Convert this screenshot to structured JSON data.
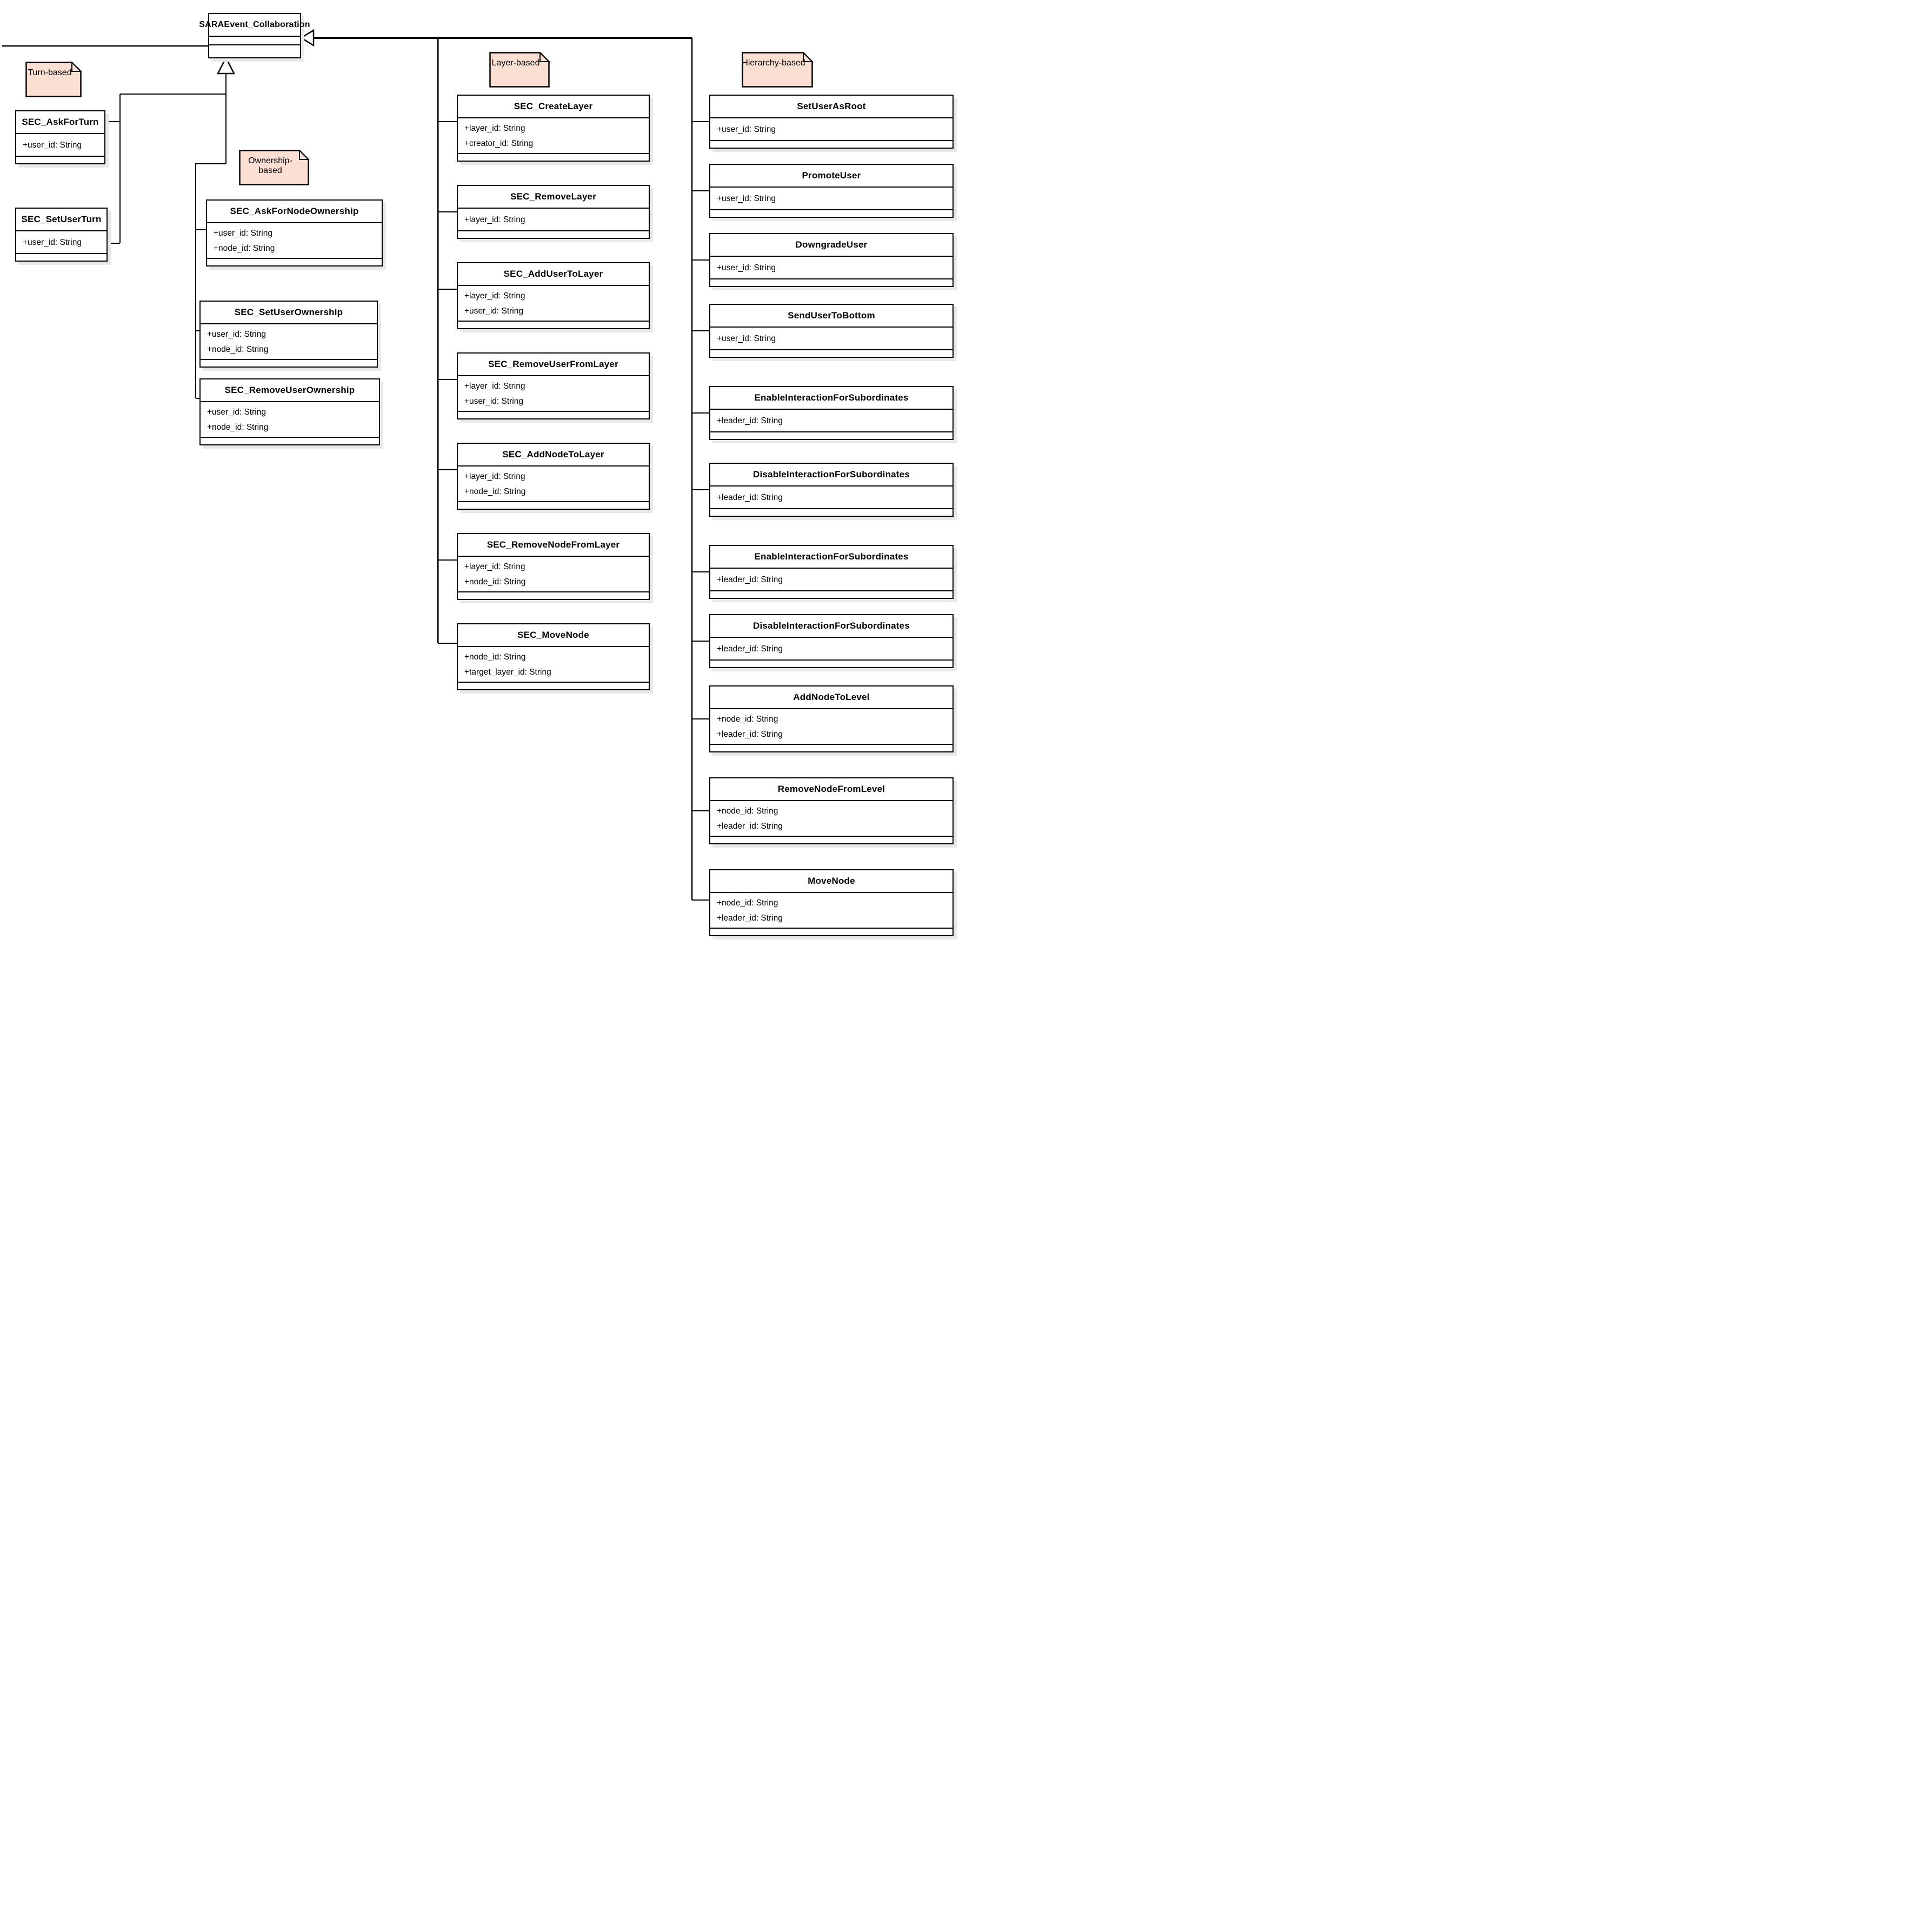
{
  "diagram": {
    "root_class": {
      "name": "SARAEvent_Collaboration"
    },
    "groups": [
      {
        "note": "Turn-based",
        "classes": [
          {
            "name": "SEC_AskForTurn",
            "attributes": [
              "+user_id: String"
            ]
          },
          {
            "name": "SEC_SetUserTurn",
            "attributes": [
              "+user_id: String"
            ]
          }
        ]
      },
      {
        "note": "Ownership-based",
        "classes": [
          {
            "name": "SEC_AskForNodeOwnership",
            "attributes": [
              "+user_id: String",
              "+node_id: String"
            ]
          },
          {
            "name": "SEC_SetUserOwnership",
            "attributes": [
              "+user_id: String",
              "+node_id: String"
            ]
          },
          {
            "name": "SEC_RemoveUserOwnership",
            "attributes": [
              "+user_id: String",
              "+node_id: String"
            ]
          }
        ]
      },
      {
        "note": "Layer-based",
        "classes": [
          {
            "name": "SEC_CreateLayer",
            "attributes": [
              "+layer_id: String",
              "+creator_id: String"
            ]
          },
          {
            "name": "SEC_RemoveLayer",
            "attributes": [
              "+layer_id: String"
            ]
          },
          {
            "name": "SEC_AddUserToLayer",
            "attributes": [
              "+layer_id: String",
              "+user_id: String"
            ]
          },
          {
            "name": "SEC_RemoveUserFromLayer",
            "attributes": [
              "+layer_id: String",
              "+user_id: String"
            ]
          },
          {
            "name": "SEC_AddNodeToLayer",
            "attributes": [
              "+layer_id: String",
              "+node_id: String"
            ]
          },
          {
            "name": "SEC_RemoveNodeFromLayer",
            "attributes": [
              "+layer_id: String",
              "+node_id: String"
            ]
          },
          {
            "name": "SEC_MoveNode",
            "attributes": [
              "+node_id: String",
              "+target_layer_id: String"
            ]
          }
        ]
      },
      {
        "note": "Hierarchy-based",
        "classes": [
          {
            "name": "SetUserAsRoot",
            "attributes": [
              "+user_id: String"
            ]
          },
          {
            "name": "PromoteUser",
            "attributes": [
              "+user_id: String"
            ]
          },
          {
            "name": "DowngradeUser",
            "attributes": [
              "+user_id: String"
            ]
          },
          {
            "name": "SendUserToBottom",
            "attributes": [
              "+user_id: String"
            ]
          },
          {
            "name": "EnableInteractionForSubordinates",
            "attributes": [
              "+leader_id: String"
            ]
          },
          {
            "name": "DisableInteractionForSubordinates",
            "attributes": [
              "+leader_id: String"
            ]
          },
          {
            "name": "EnableInteractionForSubordinates",
            "attributes": [
              "+leader_id: String"
            ]
          },
          {
            "name": "DisableInteractionForSubordinates",
            "attributes": [
              "+leader_id: String"
            ]
          },
          {
            "name": "AddNodeToLevel",
            "attributes": [
              "+node_id: String",
              "+leader_id: String"
            ]
          },
          {
            "name": "RemoveNodeFromLevel",
            "attributes": [
              "+node_id: String",
              "+leader_id: String"
            ]
          },
          {
            "name": "MoveNode",
            "attributes": [
              "+node_id: String",
              "+leader_id: String"
            ]
          }
        ]
      }
    ],
    "colors": {
      "note_fill": "#fcdfd3",
      "box_fill": "#ffffff",
      "line": "#000000",
      "shadow": "#e9e9e9"
    }
  }
}
